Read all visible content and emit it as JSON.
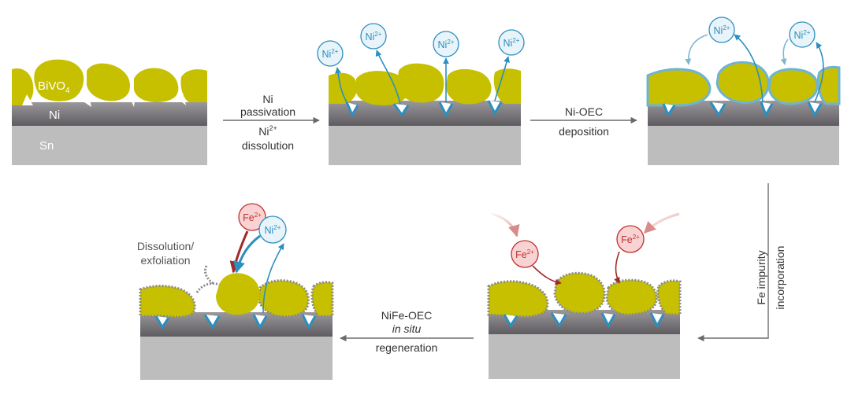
{
  "panel1": {
    "bivo4_label": "BiVO",
    "bivo4_sub": "4",
    "ni_label": "Ni",
    "sn_label": "Sn"
  },
  "arrow1": {
    "line1": "Ni",
    "line2": "passivation",
    "line3_base": "Ni",
    "line3_sup": "2+",
    "line4": "dissolution"
  },
  "arrow2": {
    "line1": "Ni-OEC",
    "line2": "deposition"
  },
  "arrow3": {
    "line1": "Fe impurity",
    "line2": "incorporation"
  },
  "arrow4": {
    "line1": "NiFe-OEC",
    "line2": "in situ",
    "line3": "regeneration"
  },
  "annotation": {
    "line1": "Dissolution/",
    "line2": "exfoliation"
  },
  "ion_ni": {
    "base": "Ni",
    "sup": "2+"
  },
  "ion_fe": {
    "base": "Fe",
    "sup": "2+"
  },
  "colors": {
    "bivo4": "#c6c000",
    "nickel": "#7c7a7d",
    "tin": "#bdbdbd",
    "ni_ion": "#2b8fc0",
    "ni_ion_fill": "#e8f4fa",
    "fe_ion": "#c0322f",
    "fe_ion_fill": "#f9d3d3",
    "arrow": "#6b6b6b"
  }
}
